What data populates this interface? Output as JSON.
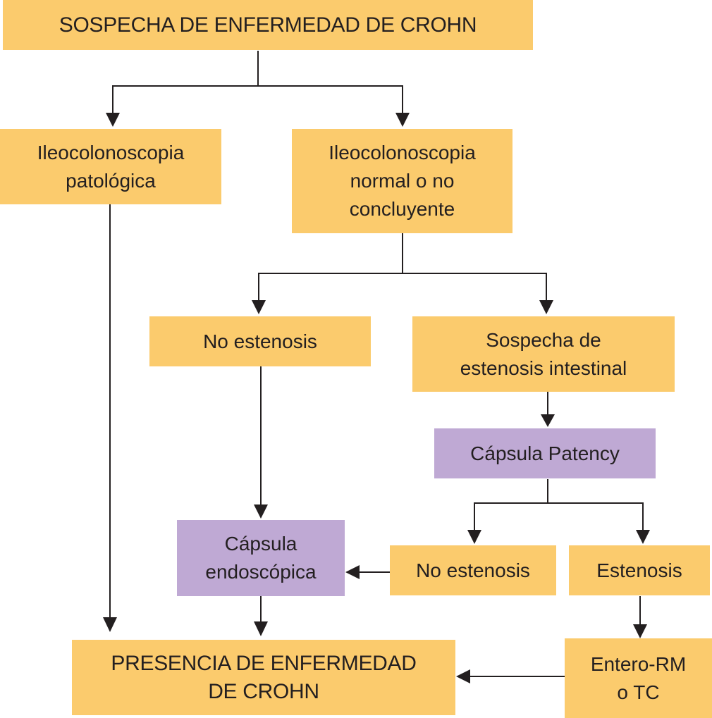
{
  "diagram": {
    "type": "flowchart",
    "colors": {
      "primary_box": "#fbcb6d",
      "capsule_box": "#bfa9d4",
      "line": "#231f20",
      "text": "#231f20"
    },
    "nodes": {
      "start": "SOSPECHA DE ENFERMEDAD DE CROHN",
      "ileo_patologica": "Ileocolonoscopia\npatológica",
      "ileo_normal": "Ileocolonoscopia\nnormal o no\nconcluyente",
      "no_estenosis_1": "No estenosis",
      "sospecha_estenosis": "Sospecha de\nestenosis intestinal",
      "capsula_patency": "Cápsula Patency",
      "capsula_endoscopica": "Cápsula\nendoscópica",
      "no_estenosis_2": "No estenosis",
      "estenosis": "Estenosis",
      "presencia": "PRESENCIA DE ENFERMEDAD\nDE CROHN",
      "entero_rm": "Entero-RM\no TC"
    },
    "edges": [
      [
        "start",
        "ileo_patologica"
      ],
      [
        "start",
        "ileo_normal"
      ],
      [
        "ileo_patologica",
        "presencia"
      ],
      [
        "ileo_normal",
        "no_estenosis_1"
      ],
      [
        "ileo_normal",
        "sospecha_estenosis"
      ],
      [
        "no_estenosis_1",
        "capsula_endoscopica"
      ],
      [
        "sospecha_estenosis",
        "capsula_patency"
      ],
      [
        "capsula_patency",
        "no_estenosis_2"
      ],
      [
        "capsula_patency",
        "estenosis"
      ],
      [
        "no_estenosis_2",
        "capsula_endoscopica"
      ],
      [
        "capsula_endoscopica",
        "presencia"
      ],
      [
        "estenosis",
        "entero_rm"
      ],
      [
        "entero_rm",
        "presencia"
      ]
    ]
  }
}
